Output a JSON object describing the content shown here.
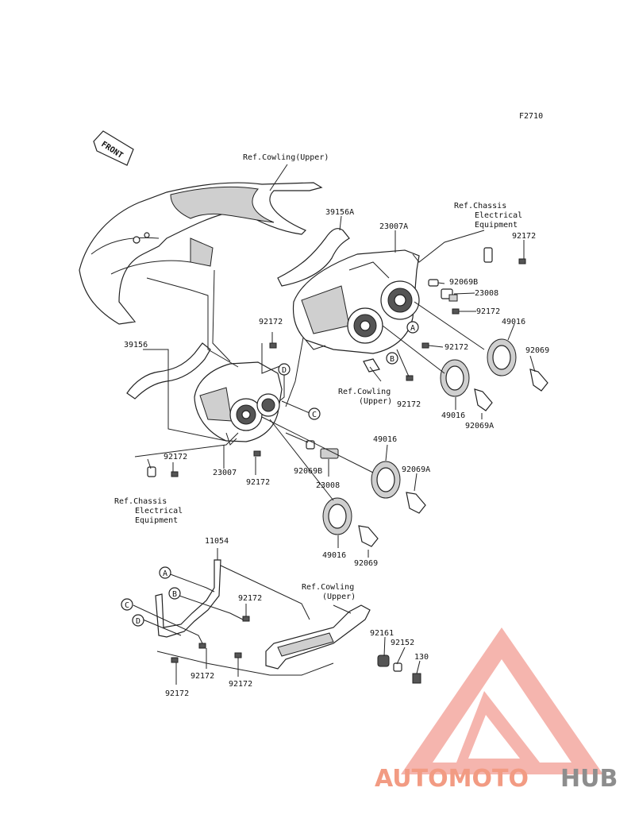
{
  "diagram": {
    "code": "F2710",
    "front": "FRONT",
    "labels": {
      "ref_cowling_upper_top": "Ref.Cowling(Upper)",
      "p39156A": "39156A",
      "p23007A": "23007A",
      "ref_chassis_1": "Ref.Chassis",
      "ref_chassis_1b": "Electrical",
      "ref_chassis_1c": "Equipment",
      "p92172_a": "92172",
      "p92069B_a": "92069B",
      "p23008_a": "23008",
      "p92172_b": "92172",
      "p49016_a": "49016",
      "p92172_c": "92172",
      "p92069_a": "92069",
      "p92172_d": "92172",
      "p39156": "39156",
      "ref_cowling_mid1": "Ref.Cowling",
      "ref_cowling_mid2": "(Upper)",
      "p92172_e": "92172",
      "p49016_b": "49016",
      "p92069A_a": "92069A",
      "p92172_f": "92172",
      "p23007": "23007",
      "p92172_g": "92172",
      "p92069B_b": "92069B",
      "p23008_b": "23008",
      "p49016_c": "49016",
      "p92069A_b": "92069A",
      "ref_chassis_2": "Ref.Chassis",
      "ref_chassis_2b": "Electrical",
      "ref_chassis_2c": "Equipment",
      "p49016_d": "49016",
      "p92069_b": "92069",
      "p11054": "11054",
      "ref_cowling_low1": "Ref.Cowling",
      "ref_cowling_low2": "(Upper)",
      "p92172_h": "92172",
      "p92161": "92161",
      "p92152": "92152",
      "p130": "130",
      "p92172_i": "92172",
      "p92172_j": "92172",
      "p92172_k": "92172"
    },
    "callouts": {
      "A1": "A",
      "B1": "B",
      "C1": "C",
      "D1": "D",
      "A2": "A",
      "B2": "B",
      "C2": "C",
      "D2": "D"
    }
  },
  "watermark": {
    "part1": "AUTOMOTO",
    "part2": "HUB",
    "color_primary": "#f08a6e",
    "color_secondary": "#7a7a7a",
    "triangle_color": "#f4a9a0"
  }
}
